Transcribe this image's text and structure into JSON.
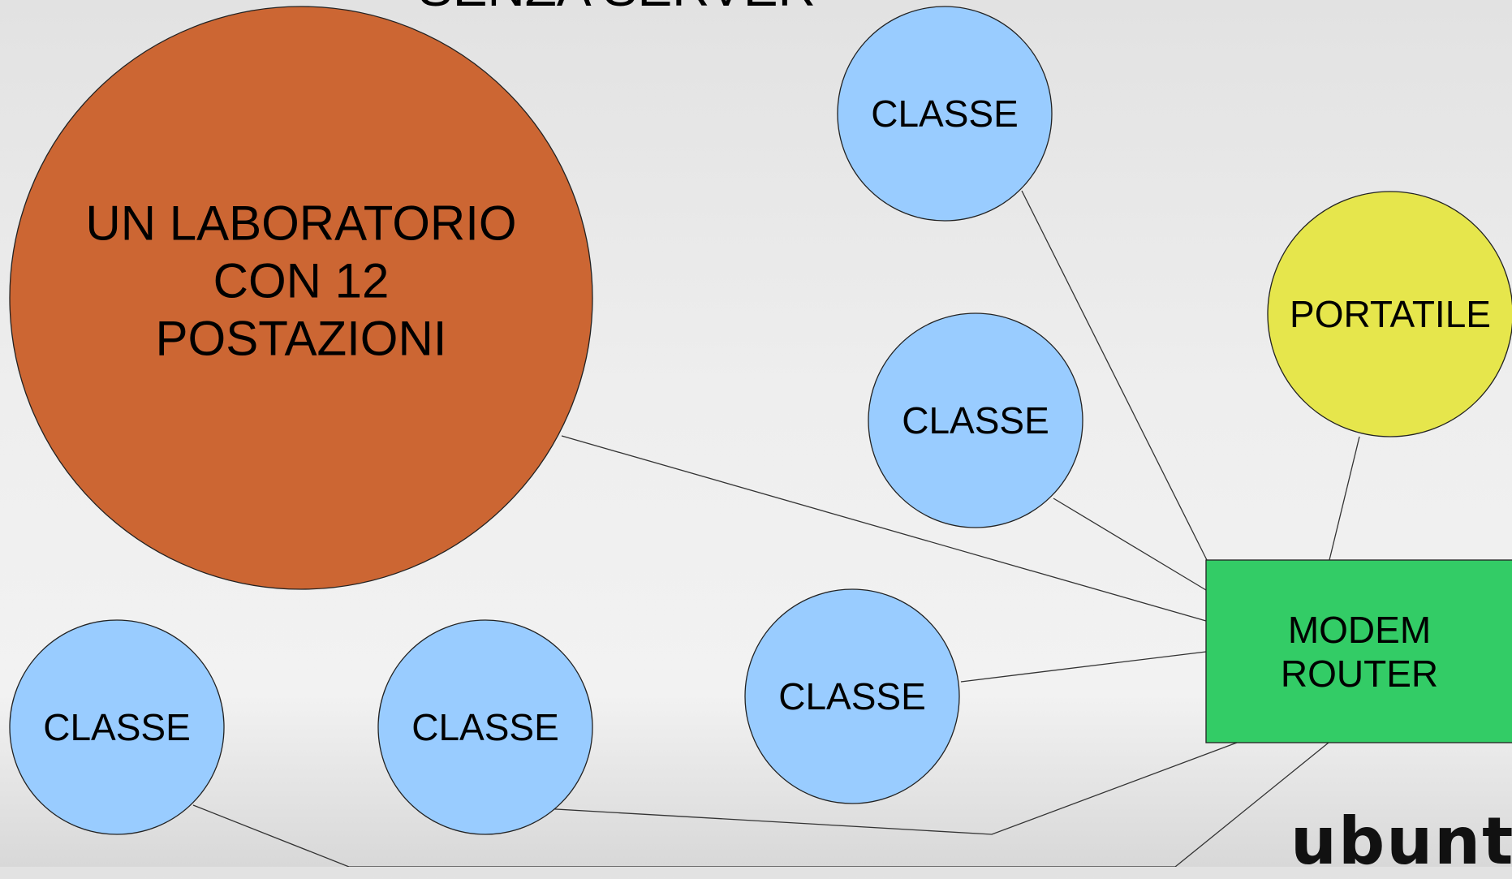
{
  "slide": {
    "title": "SENZA SERVER"
  },
  "nodes": {
    "lab": {
      "label_lines": [
        "UN LABORATORIO",
        "CON 12",
        "POSTAZIONI"
      ],
      "color": "#cc6633"
    },
    "classe_1": {
      "label": "CLASSE",
      "color": "#99ccff"
    },
    "classe_2": {
      "label": "CLASSE",
      "color": "#99ccff"
    },
    "classe_3": {
      "label": "CLASSE",
      "color": "#99ccff"
    },
    "classe_4": {
      "label": "CLASSE",
      "color": "#99ccff"
    },
    "classe_5": {
      "label": "CLASSE",
      "color": "#99ccff"
    },
    "portatile": {
      "label": "PORTATILE",
      "color": "#e6e64c"
    },
    "router": {
      "label_lines": [
        "MODEM",
        "ROUTER"
      ],
      "color": "#33cc66"
    }
  },
  "logo": {
    "text": "ubuntu"
  }
}
